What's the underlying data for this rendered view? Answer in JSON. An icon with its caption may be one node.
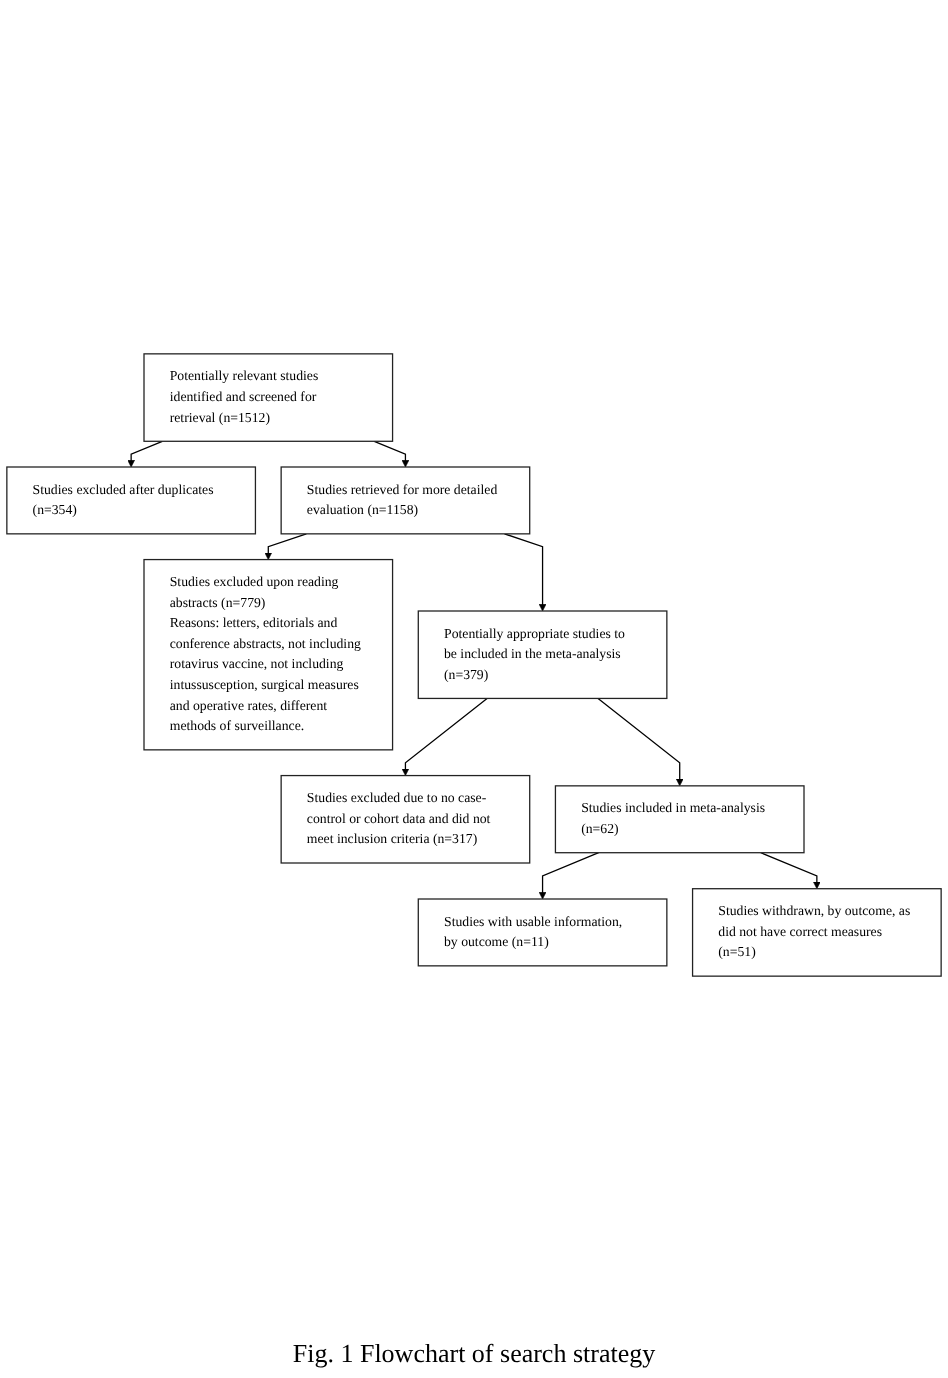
{
  "diagram": {
    "caption": "Fig. 1 Flowchart of search strategy",
    "nodes": [
      {
        "text": [
          "Potentially relevant studies identified and screened for retrieval (n=1512)"
        ]
      },
      {
        "text": [
          "Studies excluded after duplicates (n=354)"
        ]
      },
      {
        "text": [
          "Studies retrieved for more detailed evaluation (n=1158)"
        ]
      },
      {
        "text": [
          "Studies excluded upon reading abstracts (n=779)",
          "Reasons: letters, editorials and conference abstracts, not including rotavirus vaccine, not including intussusception, surgical measures and operative rates, different methods of surveillance."
        ]
      },
      {
        "text": [
          "Potentially appropriate studies to be included in the meta-analysis (n=379)"
        ]
      },
      {
        "text": [
          "Studies excluded due to no case-control or cohort data and did not meet inclusion criteria (n=317)"
        ]
      },
      {
        "text": [
          "Studies included in meta-analysis (n=62)"
        ]
      },
      {
        "text": [
          "Studies withdrawn, by outcome, as did not have correct measures (n=51)"
        ]
      },
      {
        "text": [
          "Studies with usable information, by outcome (n=11)"
        ]
      }
    ],
    "edges": [
      {
        "from": 0,
        "to": 2,
        "arrow": "to"
      },
      {
        "from": 0,
        "to": 1,
        "arrow": "to"
      },
      {
        "from": 2,
        "to": 4,
        "arrow": "to"
      },
      {
        "from": 2,
        "to": 3,
        "arrow": "to"
      },
      {
        "from": 4,
        "to": 6,
        "arrow": "to"
      },
      {
        "from": 4,
        "to": 5,
        "arrow": "to"
      },
      {
        "from": 6,
        "to": 8,
        "arrow": "to"
      },
      {
        "from": 6,
        "to": 7,
        "arrow": "to"
      }
    ]
  }
}
